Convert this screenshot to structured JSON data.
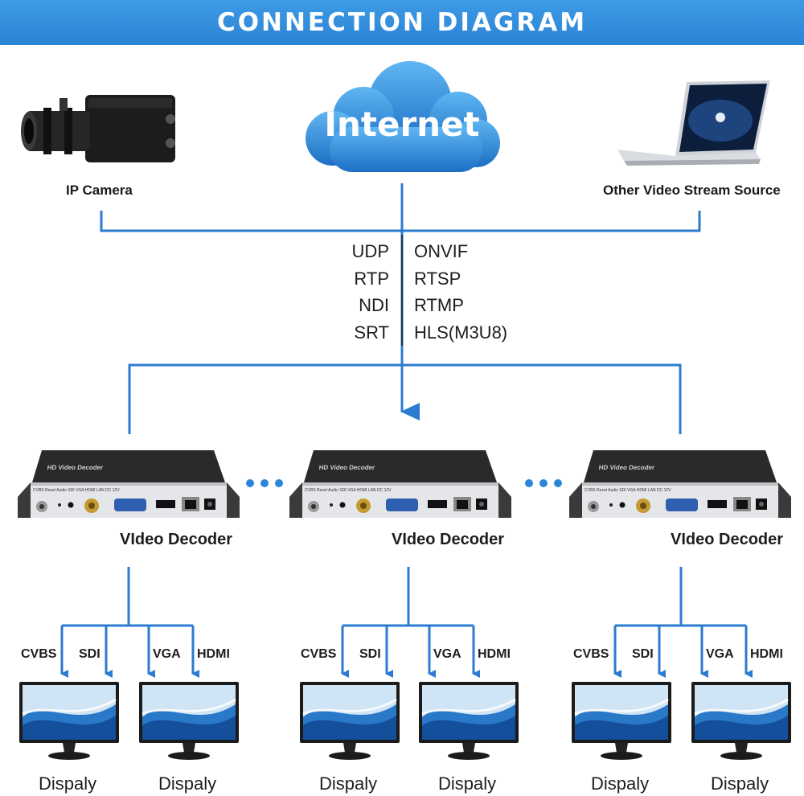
{
  "header": {
    "title": "CONNECTION DIAGRAM"
  },
  "colors": {
    "accent": "#2b83d4",
    "line": "#2b7bd0",
    "cloud": "#2b86d8"
  },
  "internet": {
    "label": "Internet"
  },
  "sources": {
    "left": {
      "label": "IP Camera",
      "icon": "ip-camera-icon"
    },
    "right": {
      "label": "Other Video Stream Source",
      "icon": "laptop-icon"
    }
  },
  "protocols": {
    "left": [
      "UDP",
      "RTP",
      "NDI",
      "SRT"
    ],
    "right": [
      "ONVIF",
      "RTSP",
      "RTMP",
      "HLS(M3U8)"
    ]
  },
  "decoder": {
    "label": "VIdeo Decoder",
    "device_title": "HD Video Decoder",
    "ports": [
      "CVBS",
      "Reset",
      "Audio",
      "SDI",
      "VGA",
      "HDMI",
      "LAN",
      "DC 12V"
    ]
  },
  "outputs": [
    "CVBS",
    "SDI",
    "VGA",
    "HDMI"
  ],
  "display_label": "Dispaly"
}
